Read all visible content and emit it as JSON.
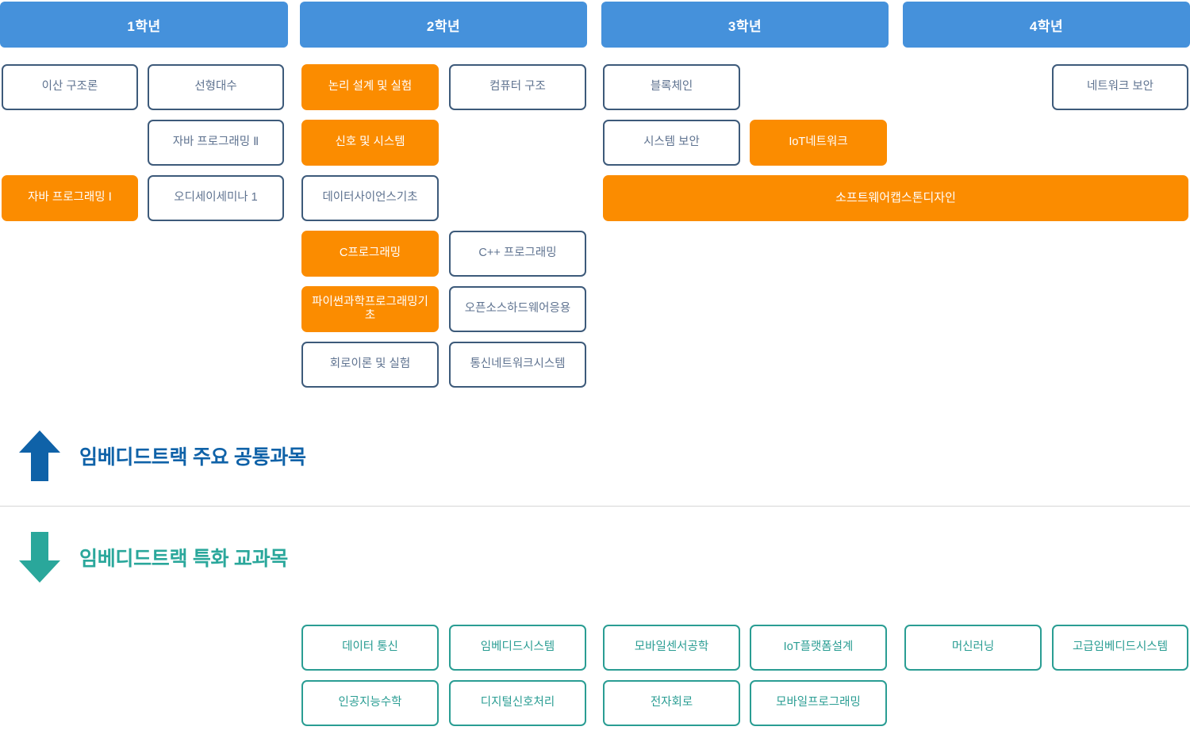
{
  "colors": {
    "header_blue": "#4591db",
    "accent_orange": "#fb8c00",
    "box_border_navy": "#3d5a7a",
    "box_text_navy": "#5f7390",
    "teal": "#2a9d93",
    "arrow_blue": "#0f62a8",
    "arrow_teal": "#2aa79b",
    "divider_gray": "#d6d6d6"
  },
  "year_headers": [
    {
      "label": "1학년"
    },
    {
      "label": "2학년"
    },
    {
      "label": "3학년"
    },
    {
      "label": "4학년"
    }
  ],
  "common_track": {
    "courses": [
      {
        "label": "이산 구조론",
        "style": "plain"
      },
      {
        "label": "선형대수",
        "style": "plain"
      },
      {
        "label": "자바 프로그래밍 Ⅱ",
        "style": "plain"
      },
      {
        "label": "자바 프로그래밍 Ⅰ",
        "style": "accent"
      },
      {
        "label": "오디세이세미나 1",
        "style": "plain"
      },
      {
        "label": "논리 설계 및 실험",
        "style": "accent"
      },
      {
        "label": "신호 및 시스템",
        "style": "accent"
      },
      {
        "label": "데이터사이언스기초",
        "style": "plain"
      },
      {
        "label": "C프로그래밍",
        "style": "accent"
      },
      {
        "label": "파이썬과학프로그래밍기초",
        "style": "accent"
      },
      {
        "label": "회로이론 및 실험",
        "style": "plain"
      },
      {
        "label": "컴퓨터 구조",
        "style": "plain"
      },
      {
        "label": "C++ 프로그래밍",
        "style": "plain"
      },
      {
        "label": "오픈소스하드웨어응용",
        "style": "plain"
      },
      {
        "label": "통신네트워크시스템",
        "style": "plain"
      },
      {
        "label": "블록체인",
        "style": "plain"
      },
      {
        "label": "시스템 보안",
        "style": "plain"
      },
      {
        "label": "IoT네트워크",
        "style": "accent"
      },
      {
        "label": "네트워크 보안",
        "style": "plain"
      },
      {
        "label": "소프트웨어캡스톤디자인",
        "style": "accent"
      }
    ]
  },
  "bands": {
    "common": {
      "label": "임베디드트랙 주요 공통과목",
      "arrow": "arrow-up-icon"
    },
    "special": {
      "label": "임베디드트랙 특화 교과목",
      "arrow": "arrow-down-icon"
    }
  },
  "special_track": {
    "courses": [
      {
        "label": "데이터 통신"
      },
      {
        "label": "임베디드시스템"
      },
      {
        "label": "모바일센서공학"
      },
      {
        "label": "IoT플랫폼설계"
      },
      {
        "label": "머신러닝"
      },
      {
        "label": "고급임베디드시스템"
      },
      {
        "label": "인공지능수학"
      },
      {
        "label": "디지털신호처리"
      },
      {
        "label": "전자회로"
      },
      {
        "label": "모바일프로그래밍"
      }
    ]
  }
}
